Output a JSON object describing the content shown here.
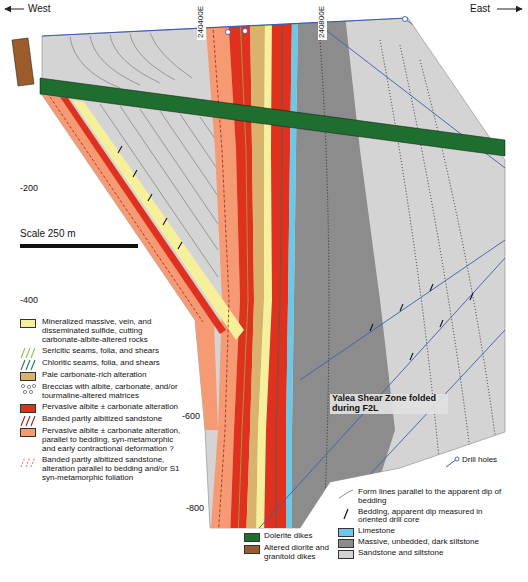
{
  "diagram": {
    "labels": [
      "West",
      "East",
      "240400E",
      "240800E",
      "-200",
      "-400",
      "-600",
      "-800",
      "Scale 250 m",
      "Yalea Shear Zone folded during F2L"
    ],
    "legend": [
      {
        "text": "Mineralized massive, vein, and disseminated sulfide, cutting carbonate-albite-altered rocks",
        "color": "#f6f09a"
      },
      {
        "text": "Sericitic seams, folia, and shears"
      },
      {
        "text": "Chloritic seams, folia, and shears"
      },
      {
        "text": "Pale carbonate-rich alteration",
        "color": "#d9b36e"
      },
      {
        "text": "Breccias with albite, carbonate, and/or tourmaline-altered matrices"
      },
      {
        "text": "Pervasive albite ± carbonate alteration",
        "color": "#e0301e"
      },
      {
        "text": "Banded partly albitized sandstone"
      },
      {
        "text": "Pervasive albite ± carbonate alteration, parallel to bedding, syn-metamorphic and early contractional deformation ?",
        "color": "#f59a72"
      },
      {
        "text": "Banded partly albitized sandstone, alteration parallel to bedding and/or S1 syn-metamorphic foliation"
      },
      {
        "text": "Dolerite dikes",
        "color": "#1e6e30"
      },
      {
        "text": "Altered diorite and granitoid dikes",
        "color": "#9b5b2a"
      },
      {
        "text": "Form lines parallel to the apparent dip of bedding"
      },
      {
        "text": "Bedding, apparent dip measured in oriented drill core"
      },
      {
        "text": "Limestone",
        "color": "#6cc8e4"
      },
      {
        "text": "Massive, unbedded, dark siltstone",
        "color": "#8c8c8c"
      },
      {
        "text": "Sandstone and siltstone",
        "color": "#d4d4d4"
      },
      {
        "text": "Drill holes"
      }
    ]
  }
}
